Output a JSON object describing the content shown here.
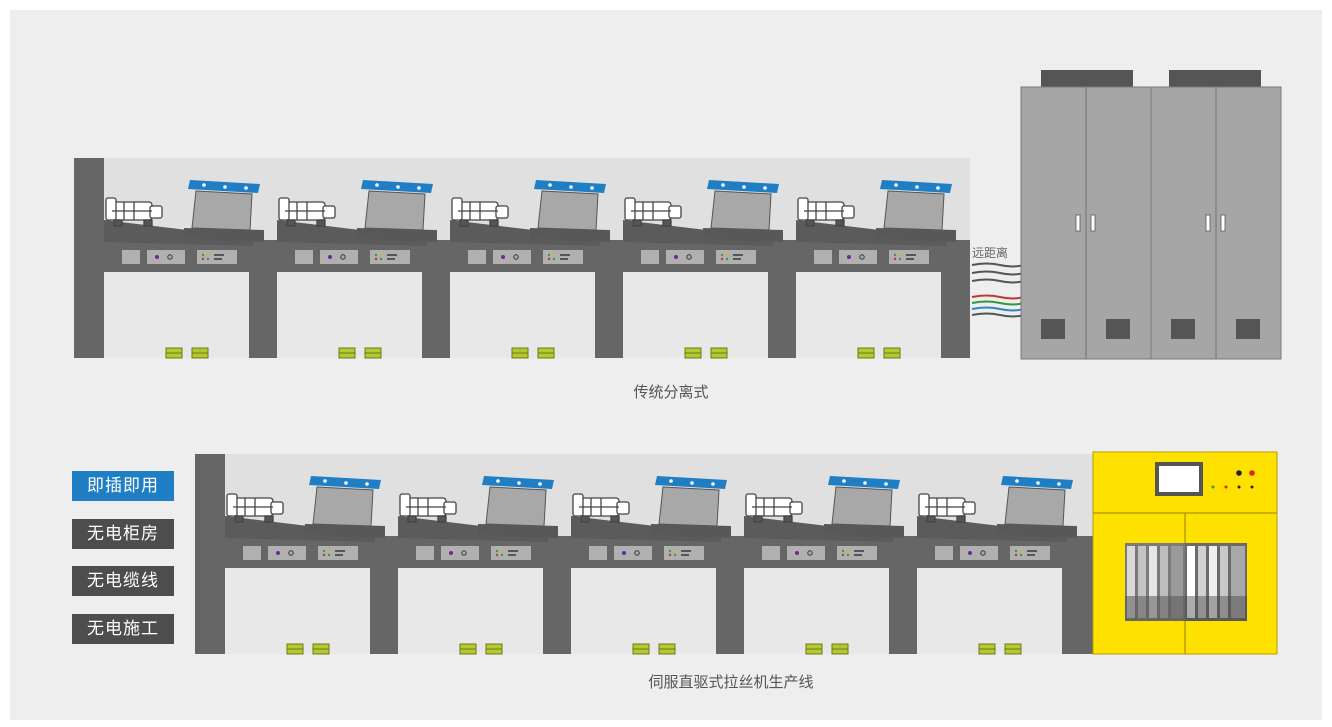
{
  "diagrams": {
    "top_caption": "传统分离式",
    "bottom_caption": "伺服直驱式拉丝机生产线",
    "distance_label": "远距离"
  },
  "features": [
    {
      "label": "即插即用",
      "active": true
    },
    {
      "label": "无电柜房",
      "active": false
    },
    {
      "label": "无电缆线",
      "active": false
    },
    {
      "label": "无电施工",
      "active": false
    }
  ],
  "colors": {
    "accent_blue": "#1f7ec4",
    "tag_dark": "#4d4d4d",
    "machine_gray": "#666666",
    "cabinet_gray": "#a6a6a6",
    "integrated_yellow": "#ffe100",
    "lamp_green": "#b5c832"
  }
}
